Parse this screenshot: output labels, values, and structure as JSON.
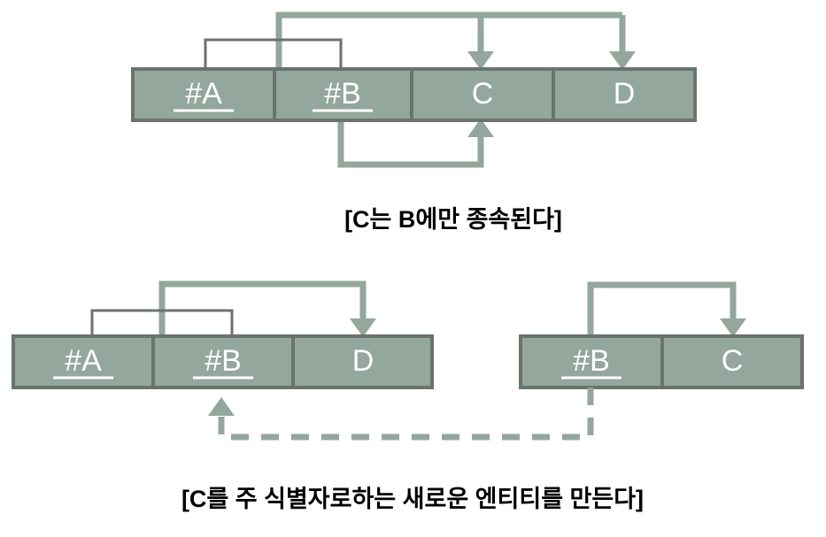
{
  "colors": {
    "cell_fill": "#93a79c",
    "cell_border": "#6a736c",
    "connector": "#93a79c",
    "bracket": "#6a736c",
    "text_on_cell": "#ffffff",
    "caption_text": "#000000",
    "background": "#ffffff"
  },
  "diagram": {
    "title_top": "[C는 B에만 종속된다]",
    "title_bottom": "[C를 주 식별자로하는 새로운 엔티티를 만든다]",
    "top_entity": {
      "attributes": [
        {
          "label": "#A",
          "is_key": true
        },
        {
          "label": "#B",
          "is_key": true
        },
        {
          "label": "C",
          "is_key": false
        },
        {
          "label": "D",
          "is_key": false
        }
      ]
    },
    "bottom_left_entity": {
      "attributes": [
        {
          "label": "#A",
          "is_key": true
        },
        {
          "label": "#B",
          "is_key": true
        },
        {
          "label": "D",
          "is_key": false
        }
      ]
    },
    "bottom_right_entity": {
      "attributes": [
        {
          "label": "#B",
          "is_key": true
        },
        {
          "label": "C",
          "is_key": false
        }
      ]
    },
    "relations": {
      "top_key_to_c": "key-dependency-arrow-to-C",
      "top_key_to_d": "key-dependency-arrow-to-D",
      "top_b_to_c": "partial-dependency-arrow-B-to-C",
      "bottom_key_to_d": "key-dependency-arrow-to-D",
      "bottom_right_b_to_c": "key-dependency-arrow-B-to-C",
      "cross_entity_dashed": "foreign-key-dashed-arrow-C-entity-to-B"
    }
  }
}
